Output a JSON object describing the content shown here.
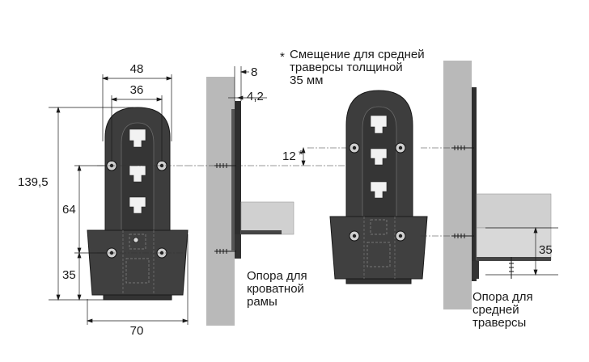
{
  "dimensions": {
    "width_top": "48",
    "hole_spacing": "36",
    "total_height": "139,5",
    "mid_height": "64",
    "lower_height": "35",
    "base_width": "70",
    "wall_thickness": "8",
    "plate_thickness": "4,2",
    "offset": "12",
    "offset_mark": "*",
    "right_height": "35"
  },
  "note": {
    "marker": "*",
    "line1": "Смещение для средней",
    "line2": "траверсы толщиной",
    "line3": "35 мм"
  },
  "labels": {
    "left_line1": "Опора для",
    "left_line2": "кроватной",
    "left_line3": "рамы",
    "right_line1": "Опора для",
    "right_line2": "средней",
    "right_line3": "траверсы"
  },
  "colors": {
    "bracket": "#3d3d3d",
    "bracket_dark": "#2a2a2a",
    "wall": "#b9b9b9",
    "wall_light": "#d0d0d0",
    "line": "#1a1a1a"
  }
}
